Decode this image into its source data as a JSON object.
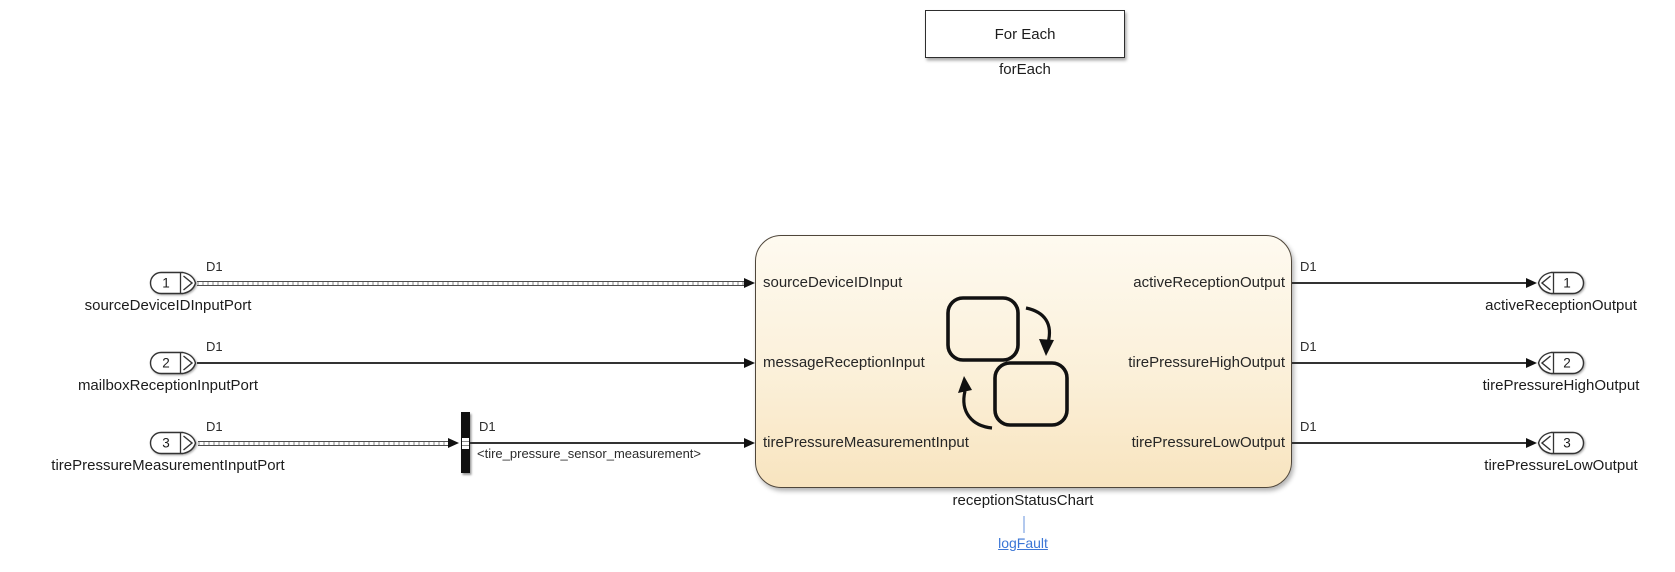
{
  "for_each": {
    "box_label": "For Each",
    "name": "forEach"
  },
  "input_ports": [
    {
      "num": "1",
      "name": "sourceDeviceIDInputPort",
      "signal": "D1"
    },
    {
      "num": "2",
      "name": "mailboxReceptionInputPort",
      "signal": "D1"
    },
    {
      "num": "3",
      "name": "tirePressureMeasurementInputPort",
      "signal": "D1"
    }
  ],
  "bus_selector": {
    "signal": "D1",
    "selected_element": "<tire_pressure_sensor_measurement>"
  },
  "chart": {
    "name": "receptionStatusChart",
    "annotation": "logFault",
    "inputs": [
      "sourceDeviceIDInput",
      "messageReceptionInput",
      "tirePressureMeasurementInput"
    ],
    "outputs": [
      "activeReceptionOutput",
      "tirePressureHighOutput",
      "tirePressureLowOutput"
    ],
    "output_signals": [
      "D1",
      "D1",
      "D1"
    ]
  },
  "output_ports": [
    {
      "num": "1",
      "name": "activeReceptionOutput"
    },
    {
      "num": "2",
      "name": "tirePressureHighOutput"
    },
    {
      "num": "3",
      "name": "tirePressureLowOutput"
    }
  ],
  "colors": {
    "chart_fill_top": "#fefaf0",
    "chart_fill_bottom": "#f8e4bf",
    "link_blue": "#3b76d6",
    "wire": "#3f3f3f"
  }
}
